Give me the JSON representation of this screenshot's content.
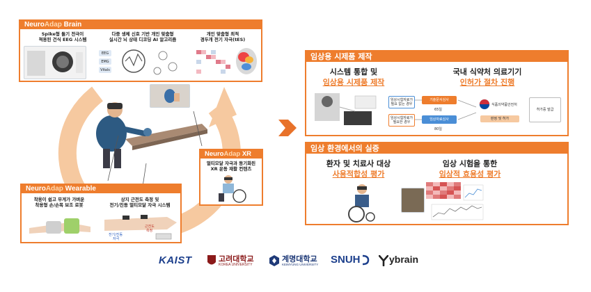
{
  "brain": {
    "title_prefix": "Neuro",
    "title_accent": "Adap",
    "title_suffix": " Brain",
    "items": [
      {
        "line1": "Spike형 돌기 전극이",
        "line2": "적용된 건식 EEG 시스템"
      },
      {
        "line1": "다중 생체 신호 기반 개인 맞춤형",
        "line2": "실시간 뇌 상태 디코딩 AI 알고리즘"
      },
      {
        "line1": "개인 맞춤형 최적",
        "line2": "경두개 전기 자극(tES)"
      }
    ],
    "signals": [
      "EEG",
      "EMG",
      "Vitals"
    ]
  },
  "xr": {
    "title_prefix": "Neuro",
    "title_accent": "Adap",
    "title_suffix": " XR",
    "line1": "멀티모달 자극과 동기화된",
    "line2": "XR 운동 재활 컨텐츠"
  },
  "wearable": {
    "title_prefix": "Neuro",
    "title_accent": "Adap",
    "title_suffix": " Wearable",
    "items": [
      {
        "line1": "착용이 쉽고 무게가 가벼운",
        "line2": "착용형 손/손목 보조 로봇"
      },
      {
        "line1": "상지 근전도 측정 및",
        "line2": "전기/진동 멀티모달 자극 시스템"
      }
    ],
    "labels": [
      "근전도",
      "측정",
      "전기/진동",
      "자극"
    ]
  },
  "clinical_prototype": {
    "title": "임상용 시제품 제작",
    "left_line1": "시스템 통합 및",
    "left_line2": "임상용 시제품 제작",
    "right_line1": "국내 식약처 의료기기",
    "right_line2": "인허가 절차 진행",
    "flow": {
      "case1": "임상시험자료가 필요 없는 경우",
      "case2": "임상시험자료가 필요한 경우",
      "step1": "기술문서심사",
      "step2": "임상자료심사",
      "days1": "65일",
      "days2": "80일",
      "mfds": "식품의약품안전처",
      "issue": "허가증 발급",
      "review": "판정 및 허가"
    }
  },
  "clinical_validation": {
    "title": "임상 환경에서의 실증",
    "left_line1": "환자 및 치료사 대상",
    "left_line2": "사용적합성 평가",
    "right_line1": "임상 시험을 통한",
    "right_line2": "임상적 효용성 평가"
  },
  "logos": {
    "kaist": "KAIST",
    "korea": "고려대학교",
    "korea_en": "KOREA UNIVERSITY",
    "keimyung": "계명대학교",
    "keimyung_en": "KEIMYUNG UNIVERSITY",
    "snuh": "SNUH",
    "ybrain": "ybrain"
  },
  "colors": {
    "accent": "#ee7d2d",
    "kaist": "#1c3f8c",
    "korea": "#8b1a1a",
    "keimyung": "#1f3a78",
    "ybrain": "#222222"
  }
}
